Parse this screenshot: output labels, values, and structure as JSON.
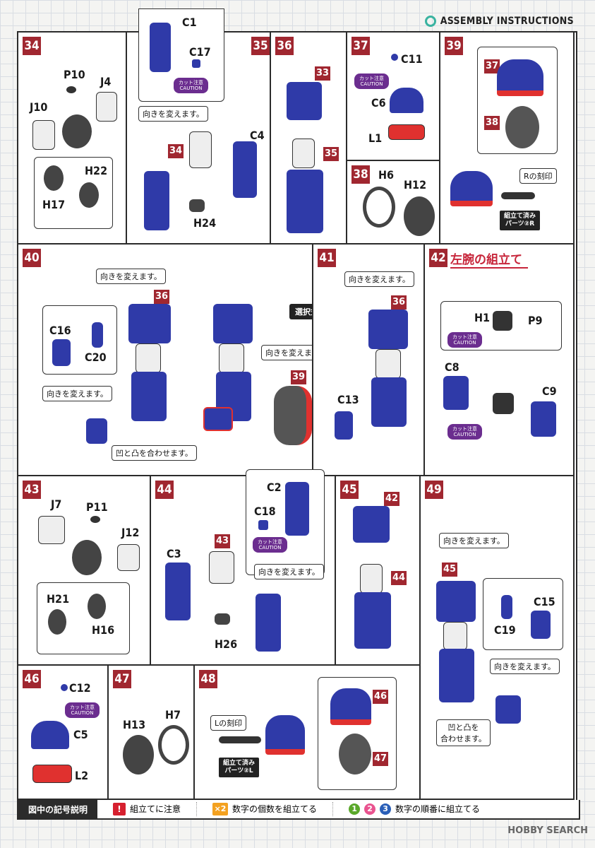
{
  "header": {
    "title": "ASSEMBLY INSTRUCTIONS"
  },
  "steps": {
    "s34": {
      "num": "34",
      "labels": [
        "P10",
        "J4",
        "J10",
        "H22",
        "H17"
      ]
    },
    "s35": {
      "num": "35",
      "labels": [
        "C1",
        "C17",
        "C4",
        "H24"
      ],
      "ref": "34",
      "note": "向きを変えます。",
      "caution": [
        "カット注意",
        "CAUTION"
      ]
    },
    "s36": {
      "num": "36",
      "refs": [
        "33",
        "35"
      ]
    },
    "s37": {
      "num": "37",
      "labels": [
        "C11",
        "C6",
        "L1"
      ],
      "caution": [
        "カット注意",
        "CAUTION"
      ]
    },
    "s38": {
      "num": "38",
      "labels": [
        "H6",
        "H12"
      ]
    },
    "s39": {
      "num": "39",
      "refs": [
        "37",
        "38"
      ],
      "note": "Rの刻印",
      "dark": [
        "組立て済み",
        "パーツ②R"
      ]
    },
    "s40": {
      "num": "40",
      "labels": [
        "C16",
        "C20"
      ],
      "ref": "36",
      "ref2": "39",
      "notes": [
        "向きを変えます。",
        "向きを変えます。",
        "凹と凸を合わせます。",
        "向きを変えます。"
      ]
    },
    "select": "選択式",
    "s41": {
      "num": "41",
      "ref": "36",
      "note": "向きを変えます。",
      "labels": [
        "C13"
      ]
    },
    "s42": {
      "num": "42",
      "title": "左腕の組立て",
      "labels": [
        "H1",
        "P9",
        "C8",
        "C9"
      ],
      "caution": [
        "カット注意",
        "CAUTION"
      ]
    },
    "s43": {
      "num": "43",
      "labels": [
        "J7",
        "P11",
        "J12",
        "H21",
        "H16"
      ]
    },
    "s44": {
      "num": "44",
      "labels": [
        "C2",
        "C18",
        "C3",
        "H26"
      ],
      "ref": "43",
      "note": "向きを変えます。",
      "caution": [
        "カット注意",
        "CAUTION"
      ]
    },
    "s45": {
      "num": "45",
      "refs": [
        "42",
        "44"
      ]
    },
    "s49": {
      "num": "49",
      "ref": "45",
      "notes": [
        "向きを変えます。",
        "向きを変えます。",
        "凹と凸を",
        "合わせます。"
      ],
      "labels": [
        "C15",
        "C19"
      ]
    },
    "s46": {
      "num": "46",
      "labels": [
        "C12",
        "C5",
        "L2"
      ],
      "caution": [
        "カット注意",
        "CAUTION"
      ]
    },
    "s47": {
      "num": "47",
      "labels": [
        "H13",
        "H7"
      ]
    },
    "s48": {
      "num": "48",
      "refs": [
        "46",
        "47"
      ],
      "note": "Lの刻印",
      "dark": [
        "組立て済み",
        "パーツ②L"
      ]
    }
  },
  "legend": {
    "title": "図中の記号説明",
    "item1": "組立てに注意",
    "item2": "数字の個数を組立てる",
    "x2": "×2",
    "item3": "数字の順番に組立てる",
    "nums": [
      "1",
      "2",
      "3"
    ],
    "ex": "!"
  },
  "footer": {
    "watermark": "HOBBY SEARCH"
  },
  "colors": {
    "accent": "#a02730",
    "part_blue": "#2f3aa8",
    "part_red": "#e0312f",
    "caution": "#6b2d8f"
  }
}
